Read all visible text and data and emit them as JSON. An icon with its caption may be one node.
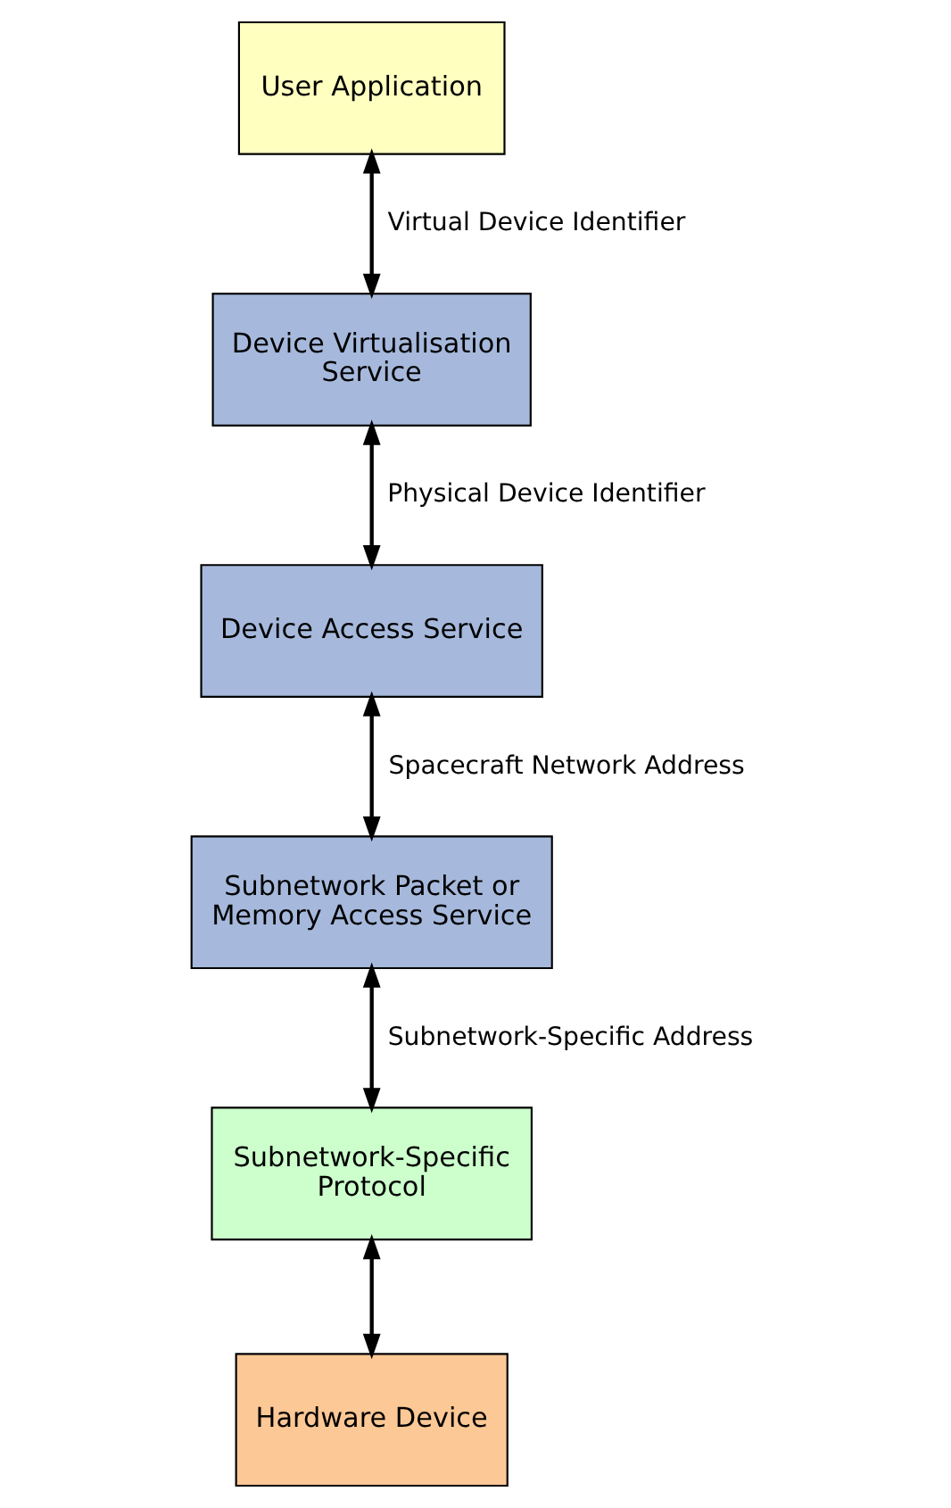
{
  "diagram": {
    "nodes": [
      {
        "text": [
          "User Application"
        ]
      },
      {
        "text": [
          "Device Virtualisation Service"
        ]
      },
      {
        "text": [
          "Device Access Service"
        ]
      },
      {
        "text": [
          "Subnetwork Packet or Memory Access Service"
        ]
      },
      {
        "text": [
          "Subnetwork-Specific Protocol"
        ]
      },
      {
        "text": [
          "Hardware Device"
        ]
      }
    ],
    "edges": [
      {
        "from": 0,
        "to": 1,
        "arrow": "both",
        "label": "Virtual Device Identifier"
      },
      {
        "from": 1,
        "to": 2,
        "arrow": "both",
        "label": "Physical Device Identifier"
      },
      {
        "from": 2,
        "to": 3,
        "arrow": "both",
        "label": "Spacecraft Network Address"
      },
      {
        "from": 3,
        "to": 4,
        "arrow": "both",
        "label": "Subnetwork-Specific Address"
      },
      {
        "from": 4,
        "to": 5,
        "arrow": "both"
      }
    ]
  }
}
